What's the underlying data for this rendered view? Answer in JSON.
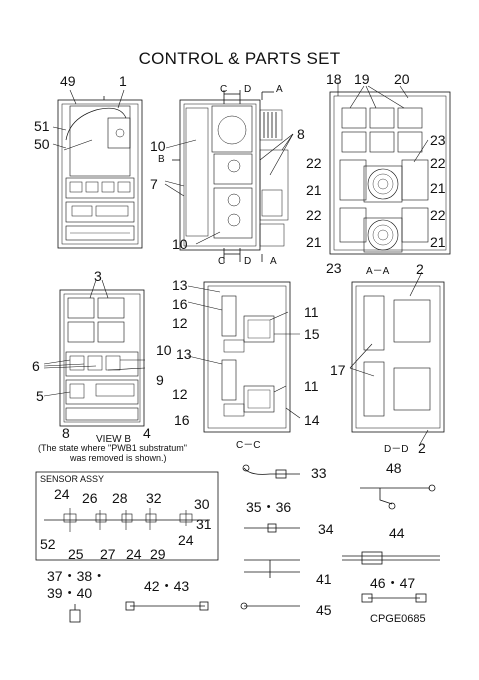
{
  "title": "CONTROL & PARTS SET",
  "document_code": "CPGE0685",
  "callouts": {
    "n49": "49",
    "n1": "1",
    "n51": "51",
    "n50": "50",
    "n18": "18",
    "n19": "19",
    "n20": "20",
    "n10a": "10",
    "n7": "7",
    "n8": "8",
    "n10b": "10",
    "n23a": "23",
    "n22a": "22",
    "n22b": "22",
    "n21a": "21",
    "n21b": "21",
    "n22c": "22",
    "n22d": "22",
    "n21c": "21",
    "n21d": "21",
    "n23b": "23",
    "n3": "3",
    "n6": "6",
    "n10c": "10",
    "n9": "9",
    "n5": "5",
    "n8b": "8",
    "n4": "4",
    "n13a": "13",
    "n16a": "16",
    "n12a": "12",
    "n11a": "11",
    "n15": "15",
    "n13b": "13",
    "n12b": "12",
    "n11b": "11",
    "n16b": "16",
    "n14": "14",
    "n2a": "2",
    "n17": "17",
    "n2b": "2",
    "n33": "33",
    "n48": "48",
    "n24a": "24",
    "n26": "26",
    "n28": "28",
    "n32": "32",
    "n30": "30",
    "n31": "31",
    "n24b": "24",
    "n52": "52",
    "n25": "25",
    "n27": "27",
    "n24c": "24",
    "n29": "29",
    "n35_36": "35・36",
    "n34": "34",
    "n44": "44",
    "n37_38": "37・38・",
    "n39_40": "39・40",
    "n42_43": "42・43",
    "n41": "41",
    "n45": "45",
    "n46_47": "46・47"
  },
  "section_labels": {
    "C": "C",
    "D": "D",
    "B": "B",
    "aa": "A－A",
    "cc": "C－C",
    "dd": "D－D",
    "A1": "A",
    "A2": "A",
    "C2": "C",
    "D2": "D"
  },
  "view_b": {
    "label": "VIEW B",
    "note_line1": "(The state where \"PWB1 substratum\"",
    "note_line2": "was removed is shown.)"
  },
  "sensor_assy": {
    "label": "SENSOR ASSY"
  }
}
